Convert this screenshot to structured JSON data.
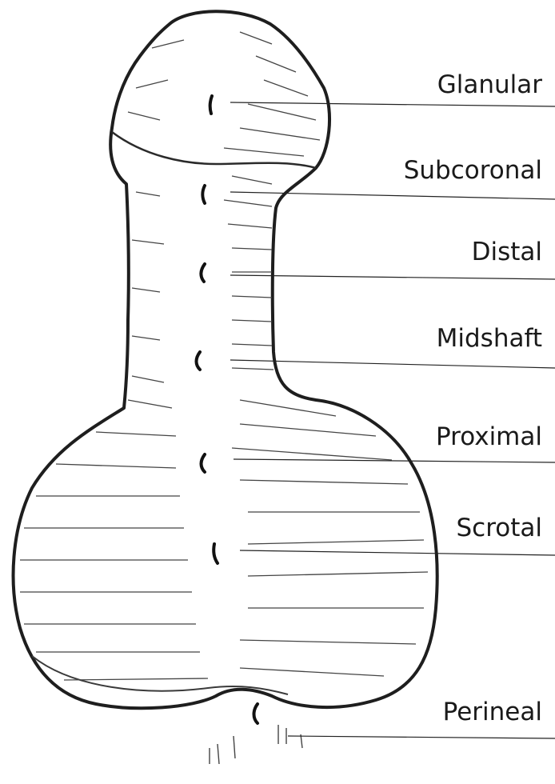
{
  "labels": {
    "glanular": "Glanular",
    "subcoronal": "Subcoronal",
    "distal": "Distal",
    "midshaft": "Midshaft",
    "proximal": "Proximal",
    "scrotal": "Scrotal",
    "perineal": "Perineal"
  }
}
